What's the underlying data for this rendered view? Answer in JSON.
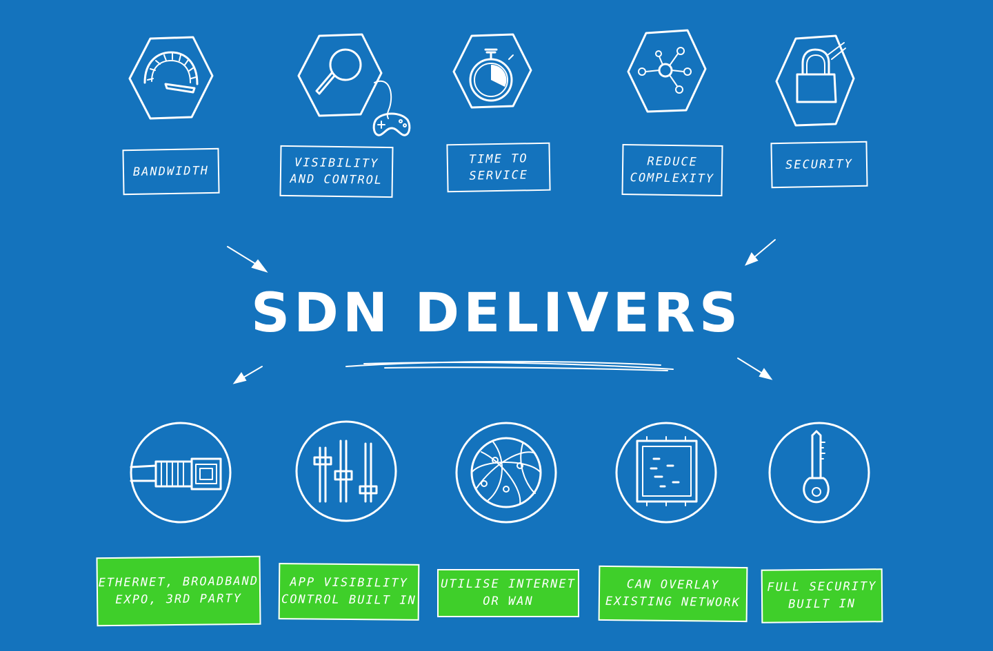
{
  "title": "SDN DELIVERS",
  "colors": {
    "background": "#1473bd",
    "accent_green": "#3fcf2a",
    "stroke": "#ffffff"
  },
  "top_items": [
    {
      "icon": "speedometer-icon",
      "label": "BANDWIDTH"
    },
    {
      "icon": "magnifier-gamepad-icon",
      "label": "VISIBILITY\nAND CONTROL"
    },
    {
      "icon": "stopwatch-icon",
      "label": "TIME TO\nSERVICE"
    },
    {
      "icon": "network-nodes-icon",
      "label": "REDUCE\nCOMPLEXITY"
    },
    {
      "icon": "padlock-icon",
      "label": "SECURITY"
    }
  ],
  "bottom_items": [
    {
      "icon": "ethernet-cable-icon",
      "label": "ETHERNET, BROADBAND\nEXPO, 3RD PARTY"
    },
    {
      "icon": "mixer-sliders-icon",
      "label": "APP VISIBILITY\nCONTROL BUILT IN"
    },
    {
      "icon": "globe-network-icon",
      "label": "UTILISE INTERNET\nOR WAN"
    },
    {
      "icon": "chip-overlay-icon",
      "label": "CAN OVERLAY\nEXISTING NETWORK"
    },
    {
      "icon": "key-icon",
      "label": "FULL SECURITY\nBUILT IN"
    }
  ]
}
